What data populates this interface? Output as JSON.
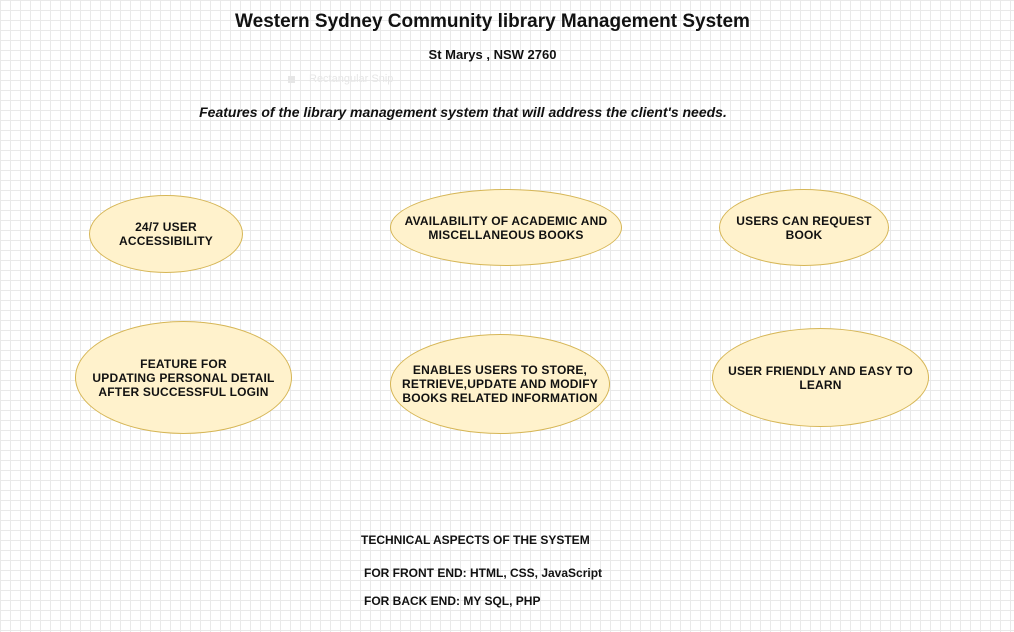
{
  "header": {
    "title": "Western Sydney Community library Management System",
    "location": "St Marys , NSW 2760",
    "ghost_label": "Rectangular Snip"
  },
  "intro": "Features of the library management system that will address the client's needs.",
  "features": [
    "24/7 USER\nACCESSIBILITY",
    "AVAILABILITY OF ACADEMIC AND\nMISCELLANEOUS BOOKS",
    "USERS CAN  REQUEST\nBOOK",
    "FEATURE FOR\nUPDATING PERSONAL DETAIL\nAFTER SUCCESSFUL LOGIN",
    "ENABLES USERS TO STORE,\nRETRIEVE,UPDATE AND MODIFY\nBOOKS RELATED INFORMATION",
    "USER FRIENDLY AND EASY TO\nLEARN"
  ],
  "technical": {
    "heading": "TECHNICAL ASPECTS OF THE SYSTEM",
    "front_end": "FOR FRONT END: HTML, CSS, JavaScript",
    "back_end": "FOR BACK END: MY SQL, PHP"
  },
  "colors": {
    "ellipse_fill": "#fff2cc",
    "ellipse_stroke": "#d6b656",
    "grid": "#e9e9e9"
  }
}
